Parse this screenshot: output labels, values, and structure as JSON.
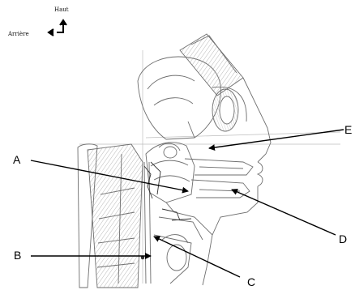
{
  "orientation": {
    "up": "Haut",
    "back": "Arrière"
  },
  "labels": {
    "a": "A",
    "b": "B",
    "c": "C",
    "d": "D",
    "e": "E"
  }
}
